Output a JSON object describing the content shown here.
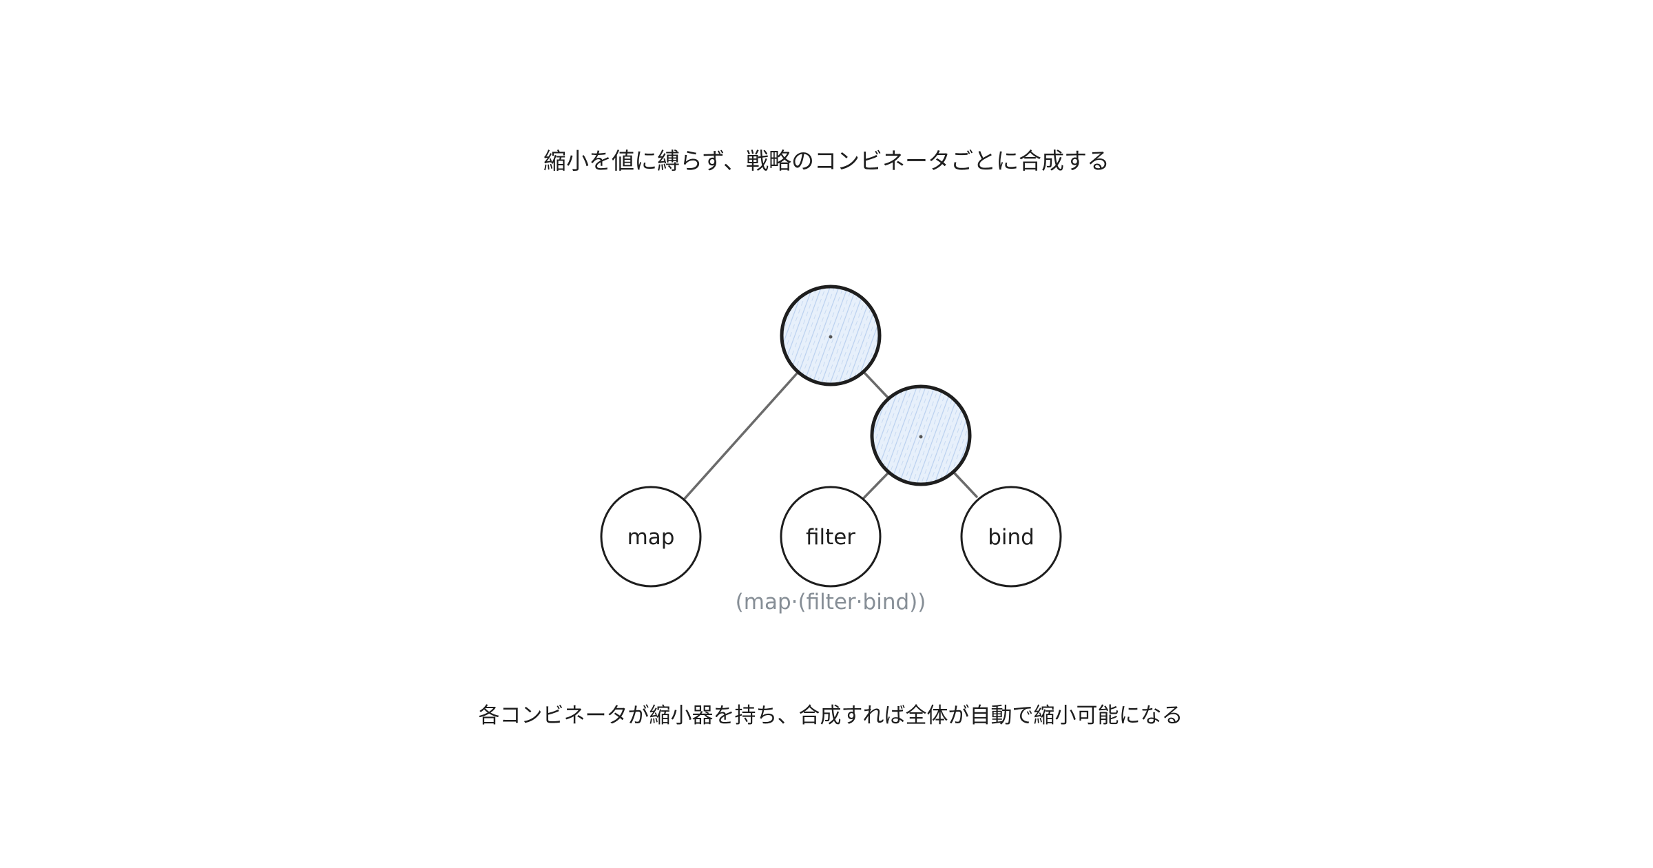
{
  "title": "縮小を値に縛らず、戦略のコンビネータごとに合成する",
  "caption": "各コンビネータが縮小器を持ち、合成すれば全体が自動で縮小可能になる",
  "expression": "(map·(filter·bind))",
  "tree": {
    "root_op": "·",
    "inner_op": "·",
    "leaves": [
      "map",
      "filter",
      "bind"
    ]
  },
  "colors": {
    "op_fill": "#e7f0fb",
    "op_hatch": "#b9d0ef",
    "stroke": "#1e1e1e",
    "edge": "#6b6b6b",
    "expression": "#868e96"
  }
}
